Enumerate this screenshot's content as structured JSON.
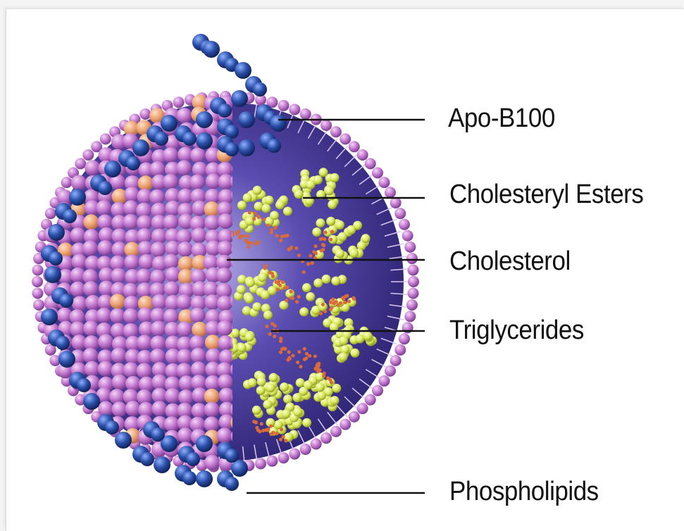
{
  "labels": {
    "apo_b100": "Apo-B100",
    "cholesteryl_esters": "Cholesteryl Esters",
    "cholesterol": "Cholesterol",
    "triglycerides": "Triglycerides",
    "phospholipids": "Phospholipids"
  },
  "colors": {
    "phospholipid_heads": "#c47ad0",
    "apo_b100": "#2a4fa8",
    "cholesteryl_esters": "#d8e85a",
    "triglycerides": "#d96a3a",
    "core": "#4a3a9a",
    "cholesterol_spots": "#e9a070"
  }
}
